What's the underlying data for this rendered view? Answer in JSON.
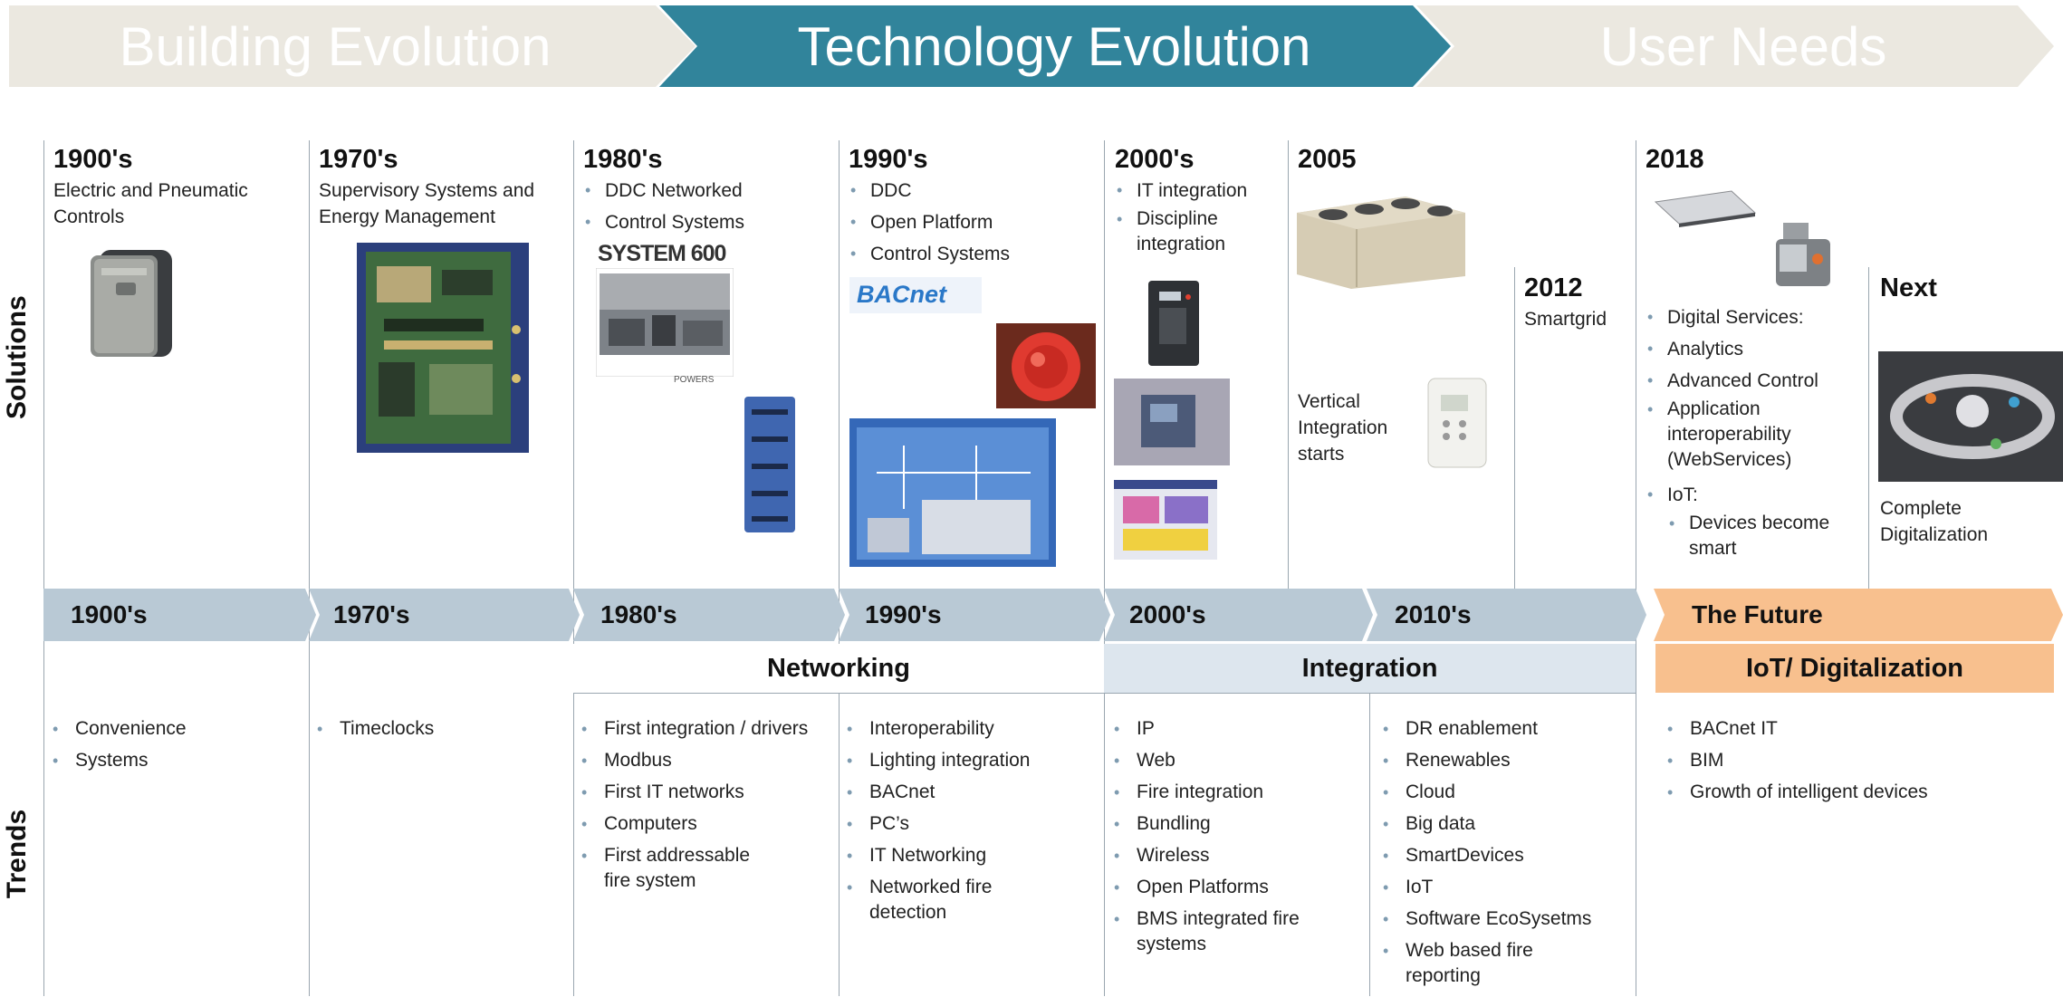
{
  "header": {
    "building": "Building Evolution",
    "technology": "Technology Evolution",
    "user": "User Needs"
  },
  "row_labels": {
    "solutions": "Solutions",
    "trends": "Trends"
  },
  "solutions": {
    "c1900": {
      "year": "1900's",
      "desc": "Electric and Pneumatic Controls"
    },
    "c1970": {
      "year": "1970's",
      "desc": "Supervisory Systems and Energy Management"
    },
    "c1980": {
      "year": "1980's",
      "items": [
        "DDC Networked",
        "Control Systems"
      ],
      "logo": "SYSTEM 600",
      "caption": "POWERS"
    },
    "c1990": {
      "year": "1990's",
      "items": [
        "DDC",
        "Open Platform",
        "Control Systems"
      ],
      "logo": "BACnet"
    },
    "c2000": {
      "year": "2000's",
      "items": [
        "IT integration",
        "Discipline integration"
      ]
    },
    "c2005": {
      "year": "2005",
      "desc": "Vertical Integration starts"
    },
    "c2012": {
      "year": "2012",
      "desc": "Smartgrid"
    },
    "c2018": {
      "year": "2018",
      "items": [
        "Digital Services:",
        "Analytics",
        "Advanced Control",
        "Application interoperability (WebServices)",
        "IoT:"
      ],
      "sub_items": [
        "Devices become smart"
      ]
    },
    "cnext": {
      "year": "Next",
      "desc": "Complete Digitalization"
    }
  },
  "timeline": [
    "1900's",
    "1970's",
    "1980's",
    "1990's",
    "2000's",
    "2010's",
    "The Future"
  ],
  "categories": {
    "networking": "Networking",
    "integration": "Integration",
    "iot": "IoT/ Digitalization"
  },
  "trends": {
    "t1900": [
      "Convenience",
      "Systems"
    ],
    "t1970": [
      "Timeclocks"
    ],
    "t1980": [
      "First integration / drivers",
      "Modbus",
      "First IT networks",
      "Computers",
      "First addressable fire system"
    ],
    "t1990": [
      "Interoperability",
      "Lighting integration",
      "BACnet",
      "PC’s",
      "IT Networking",
      "Networked fire detection"
    ],
    "t2000": [
      "IP",
      "Web",
      "Fire integration",
      "Bundling",
      "Wireless",
      "Open Platforms",
      "BMS integrated fire systems"
    ],
    "t2010": [
      "DR enablement",
      "Renewables",
      "Cloud",
      "Big data",
      "SmartDevices",
      "IoT",
      "Software EcoSysetms",
      "Web based fire reporting"
    ],
    "tfuture": [
      "BACnet IT",
      "BIM",
      "Growth of intelligent devices"
    ]
  },
  "colors": {
    "header_inactive": "#ebe8e0",
    "header_active": "#31849b",
    "timeline_bar": "#b9c9d5",
    "future": "#f8c08e",
    "integration_bg": "#dde6ee"
  }
}
